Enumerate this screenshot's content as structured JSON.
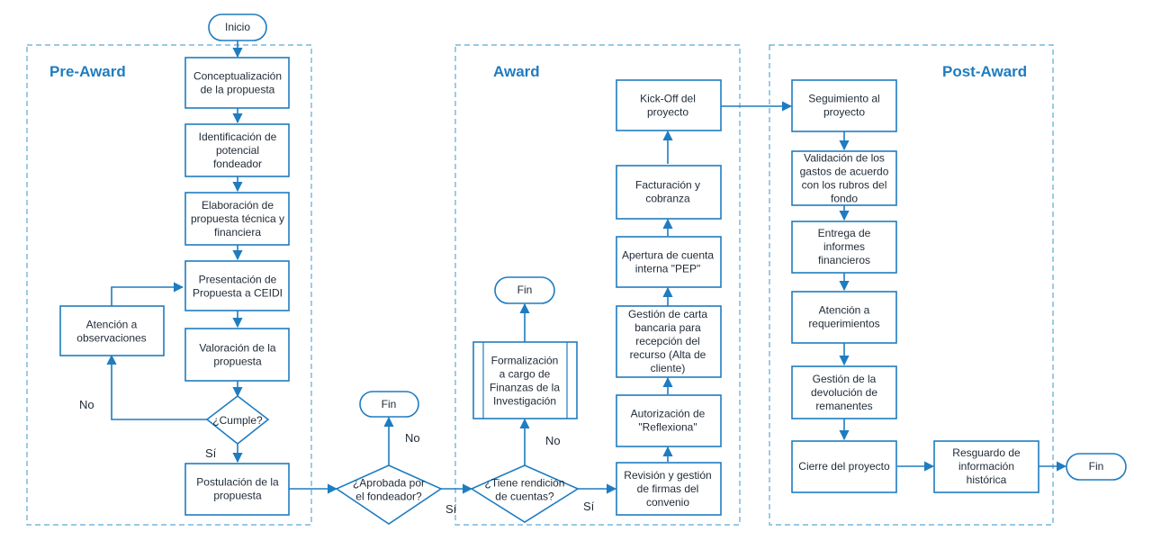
{
  "colors": {
    "accent": "#1f7cc0",
    "zone_border": "#5aa9d6",
    "text": "#1f2a36"
  },
  "phases": {
    "pre_award": "Pre-Award",
    "award": "Award",
    "post_award": "Post-Award"
  },
  "nodes": {
    "inicio": [
      "Inicio"
    ],
    "conceptualizacion": [
      "Conceptualización",
      "de la propuesta"
    ],
    "identificacion": [
      "Identificación de",
      "potencial",
      "fondeador"
    ],
    "elaboracion": [
      "Elaboración de",
      "propuesta técnica y",
      "financiera"
    ],
    "presentacion": [
      "Presentación de",
      "Propuesta a CEIDI"
    ],
    "atencion_obs": [
      "Atención a",
      "observaciones"
    ],
    "valoracion": [
      "Valoración de la",
      "propuesta"
    ],
    "cumple": [
      "¿Cumple?"
    ],
    "postulacion": [
      "Postulación de la",
      "propuesta"
    ],
    "aprobada": [
      "¿Aprobada por",
      "el fondeador?"
    ],
    "fin1": [
      "Fin"
    ],
    "rendicion": [
      "¿Tiene rendición",
      "de cuentas?"
    ],
    "formalizacion": [
      "Formalización",
      "a cargo de",
      "Finanzas de la",
      "Investigación"
    ],
    "fin2": [
      "Fin"
    ],
    "revision": [
      "Revisión y gestión",
      "de firmas del",
      "convenio"
    ],
    "autorizacion": [
      "Autorización de",
      "\"Reflexiona\""
    ],
    "gestion_carta": [
      "Gestión de carta",
      "bancaria para",
      "recepción del",
      "recurso (Alta de",
      "cliente)"
    ],
    "apertura": [
      "Apertura de cuenta",
      "interna \"PEP\""
    ],
    "facturacion": [
      "Facturación y",
      "cobranza"
    ],
    "kickoff": [
      "Kick-Off del",
      "proyecto"
    ],
    "seguimiento": [
      "Seguimiento al",
      "proyecto"
    ],
    "validacion": [
      "Validación de los",
      "gastos de acuerdo",
      "con los rubros del",
      "fondo"
    ],
    "entrega": [
      "Entrega de",
      "informes",
      "financieros"
    ],
    "atencion_req": [
      "Atención a",
      "requerimientos"
    ],
    "devolucion": [
      "Gestión de la",
      "devolución de",
      "remanentes"
    ],
    "cierre": [
      "Cierre del proyecto"
    ],
    "resguardo": [
      "Resguardo de",
      "información",
      "histórica"
    ],
    "fin3": [
      "Fin"
    ]
  },
  "labels": {
    "no_cumple": "No",
    "si_cumple": "Sí",
    "no_aprobada": "No",
    "si_aprobada": "Sí",
    "no_rendicion": "No",
    "si_rendicion": "Sí"
  }
}
